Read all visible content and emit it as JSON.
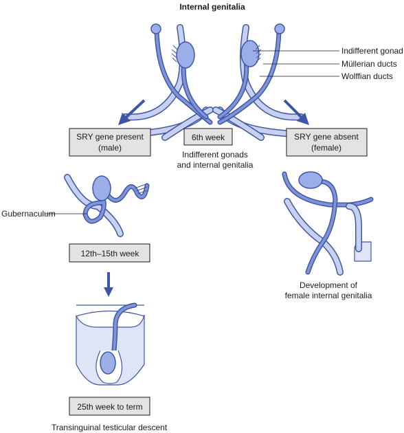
{
  "title": "Internal genitalia",
  "labels": {
    "indifferent_gonad": "Indifferent gonad",
    "mullerian_ducts": "Müllerian ducts",
    "wolffian_ducts": "Wolffian ducts",
    "gubernaculum": "Gubernaculum"
  },
  "boxes": {
    "sry_present_line1": "SRY gene present",
    "sry_present_line2": "(male)",
    "week6": "6th week",
    "sry_absent_line1": "SRY gene absent",
    "sry_absent_line2": "(female)",
    "week12_15": "12th–15th week",
    "week25_term": "25th week to term"
  },
  "captions": {
    "indifferent_line1": "Indifferent gonads",
    "indifferent_line2": "and internal genitalia",
    "female_line1": "Development of",
    "female_line2": "female internal genitalia",
    "descent": "Transinguinal testicular descent"
  },
  "colors": {
    "duct_dark": "#3d56a6",
    "duct_light": "#c7d0ee",
    "gonad": "#9caee8",
    "box_fill": "#e3e3e3"
  }
}
